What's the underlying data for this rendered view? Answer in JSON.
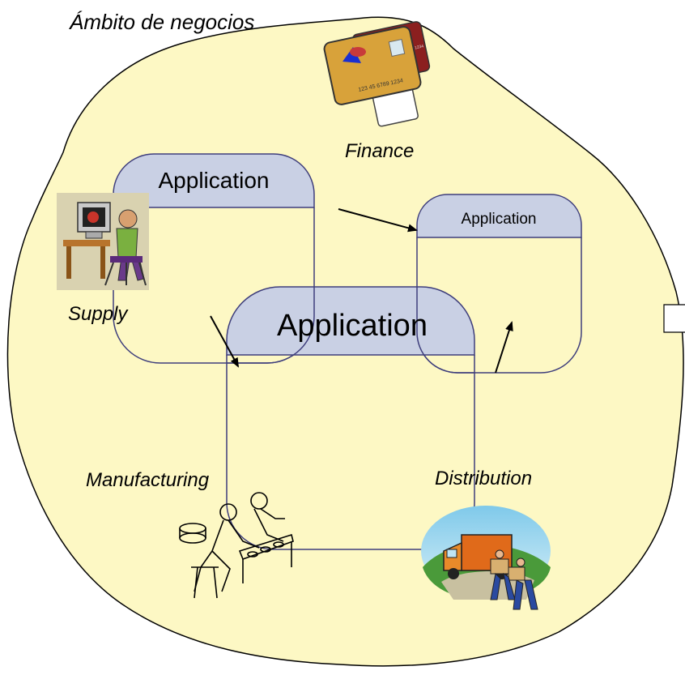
{
  "diagram": {
    "title": "Ámbito de negocios",
    "blob_fill": "#fdf8c4",
    "box_header_fill": "#c9d0e4",
    "stroke": "#3e3e7c",
    "domains": {
      "finance": "Finance",
      "supply": "Supply",
      "manufacturing": "Manufacturing",
      "distribution": "Distribution"
    },
    "applications": {
      "top_left": "Application",
      "right": "Application",
      "center": "Application"
    },
    "card_number": "123 45 6789 1234",
    "card_small": "1234"
  }
}
